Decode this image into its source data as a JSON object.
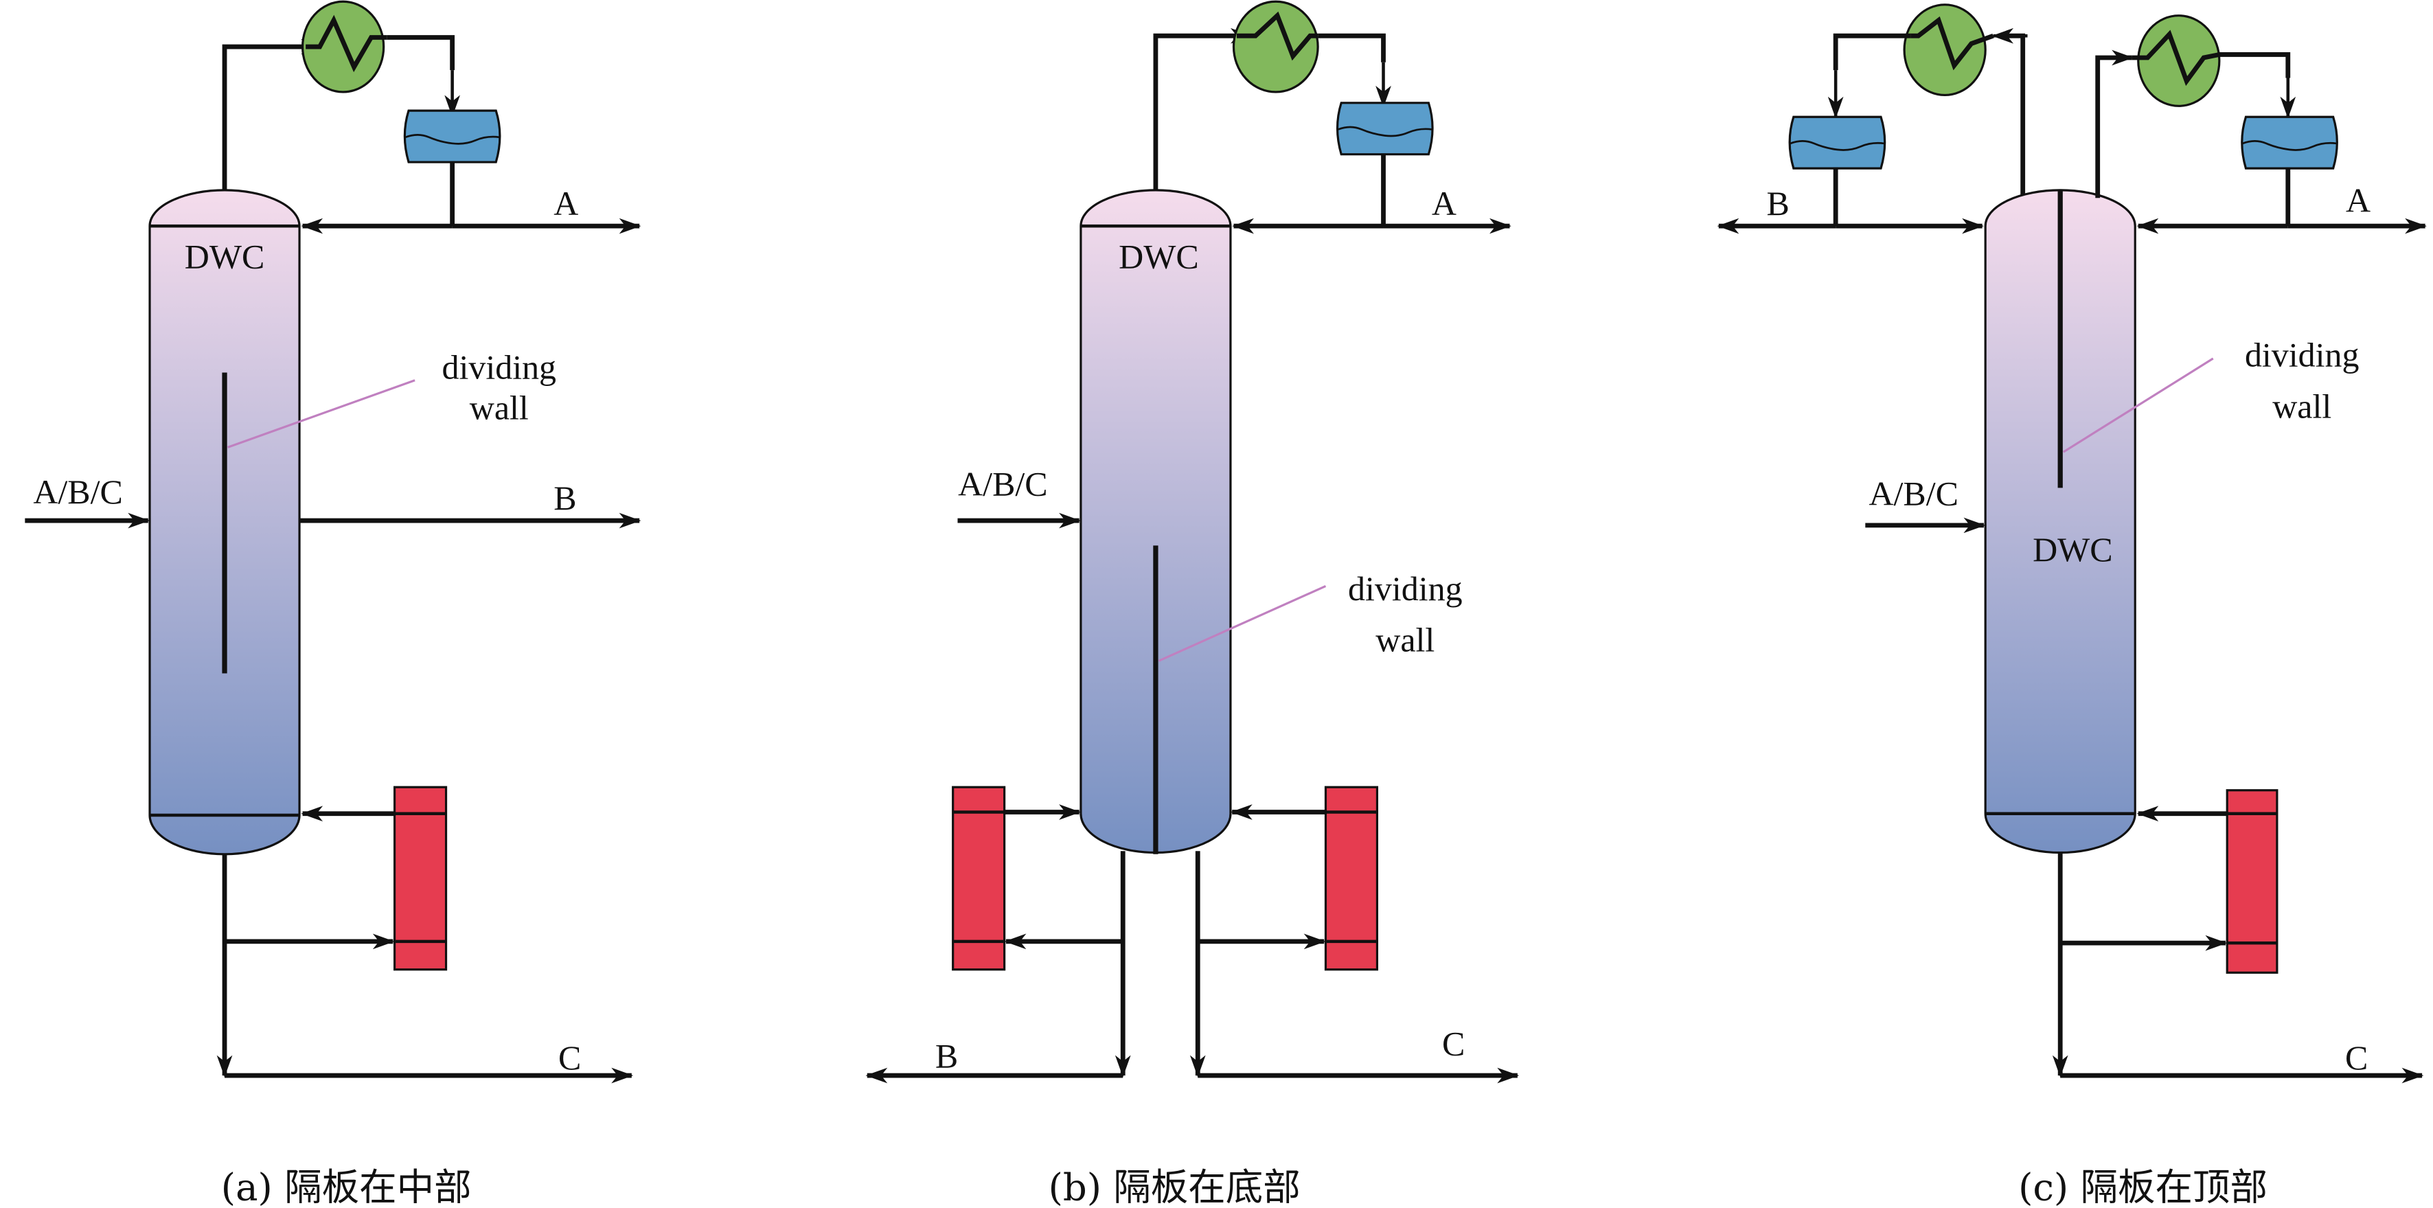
{
  "figure": {
    "colors": {
      "column_top": "#f5dcec",
      "column_bottom": "#7690c2",
      "condenser": "#82b85c",
      "reflux_drum": "#5a9dcb",
      "reboiler": "#e63c50",
      "leader_line": "#c080c0",
      "line": "#111111"
    },
    "panels": [
      {
        "id": "a",
        "column_label": "DWC",
        "feed_label": "A/B/C",
        "products": [
          "A",
          "B",
          "C"
        ],
        "wall_label_line1": "dividing",
        "wall_label_line2": "wall",
        "caption": "(a) 隔板在中部"
      },
      {
        "id": "b",
        "column_label": "DWC",
        "feed_label": "A/B/C",
        "products": [
          "A",
          "B",
          "C"
        ],
        "wall_label_line1": "dividing",
        "wall_label_line2": "wall",
        "caption": "(b) 隔板在底部"
      },
      {
        "id": "c",
        "column_label": "DWC",
        "feed_label": "A/B/C",
        "products": [
          "B",
          "A",
          "C"
        ],
        "wall_label_line1": "dividing",
        "wall_label_line2": "wall",
        "caption": "(c) 隔板在顶部"
      }
    ]
  }
}
